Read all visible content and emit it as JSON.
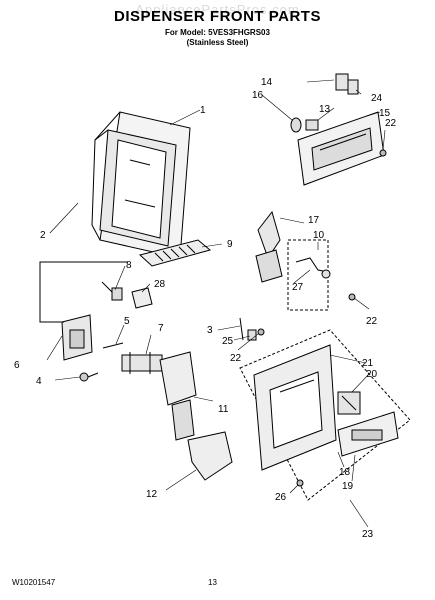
{
  "header": {
    "watermark": "AppliancePartsPros.com",
    "title": "DISPENSER FRONT PARTS",
    "model_line": "For Model: 5VES3FHGRS03",
    "finish_line": "(Stainless Steel)"
  },
  "callouts": {
    "c1": "1",
    "c2": "2",
    "c3": "3",
    "c4": "4",
    "c5": "5",
    "c6": "6",
    "c7": "7",
    "c8": "8",
    "c9": "9",
    "c10": "10",
    "c11": "11",
    "c12": "12",
    "c13": "13",
    "c14": "14",
    "c15": "15",
    "c16": "16",
    "c17": "17",
    "c18": "18",
    "c19": "19",
    "c20": "20",
    "c21": "21",
    "c22a": "22",
    "c22b": "22",
    "c22c": "22",
    "c23": "23",
    "c24": "24",
    "c25": "25",
    "c26": "26",
    "c27": "27",
    "c28": "28"
  },
  "footer": {
    "doc_id": "W10201547",
    "page_number": "13"
  }
}
